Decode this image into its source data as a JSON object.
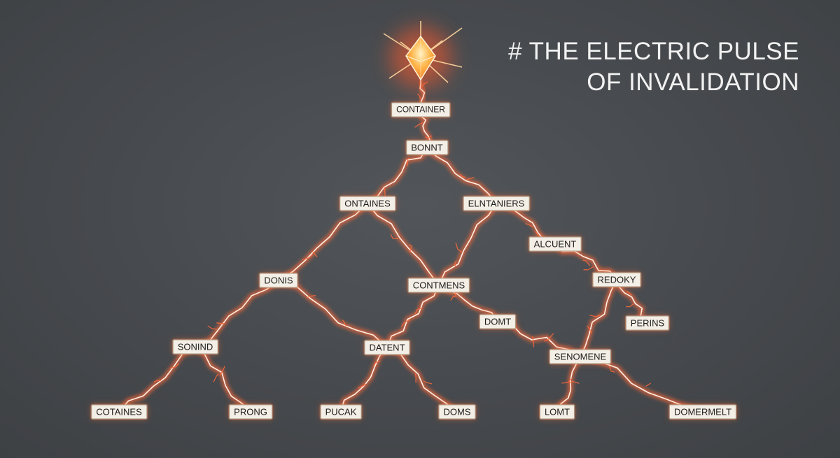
{
  "title": {
    "line1": "# THE ELECTRIC PULSE",
    "line2": "OF INVALIDATION"
  },
  "nodes": [
    {
      "id": "n0",
      "label": "CONTAINER"
    },
    {
      "id": "n1",
      "label": "BONNT"
    },
    {
      "id": "n2",
      "label": "ONTAINES"
    },
    {
      "id": "n3",
      "label": "ELNTANIERS"
    },
    {
      "id": "n4",
      "label": "ALCUENT"
    },
    {
      "id": "n5",
      "label": "DONIS"
    },
    {
      "id": "n6",
      "label": "CONTMENS"
    },
    {
      "id": "n7",
      "label": "REDOKY"
    },
    {
      "id": "n8",
      "label": "DOMT"
    },
    {
      "id": "n9",
      "label": "PERINS"
    },
    {
      "id": "n10",
      "label": "SONIND"
    },
    {
      "id": "n11",
      "label": "DATENT"
    },
    {
      "id": "n12",
      "label": "SENOMENE"
    },
    {
      "id": "n13",
      "label": "COTAINES"
    },
    {
      "id": "n14",
      "label": "PRONG"
    },
    {
      "id": "n15",
      "label": "PUCAK"
    },
    {
      "id": "n16",
      "label": "DOMS"
    },
    {
      "id": "n17",
      "label": "LOMT"
    },
    {
      "id": "n18",
      "label": "DOMERMELT"
    }
  ],
  "edges": [
    [
      "crystal",
      "n0"
    ],
    [
      "n0",
      "n1"
    ],
    [
      "n1",
      "n2"
    ],
    [
      "n1",
      "n3"
    ],
    [
      "n2",
      "n5"
    ],
    [
      "n2",
      "n6"
    ],
    [
      "n3",
      "n6"
    ],
    [
      "n3",
      "n4"
    ],
    [
      "n4",
      "n7"
    ],
    [
      "n7",
      "n9"
    ],
    [
      "n7",
      "n12"
    ],
    [
      "n5",
      "n10"
    ],
    [
      "n5",
      "n11"
    ],
    [
      "n6",
      "n11"
    ],
    [
      "n6",
      "n8"
    ],
    [
      "n8",
      "n12"
    ],
    [
      "n10",
      "n13"
    ],
    [
      "n10",
      "n14"
    ],
    [
      "n11",
      "n15"
    ],
    [
      "n11",
      "n16"
    ],
    [
      "n12",
      "n17"
    ],
    [
      "n12",
      "n18"
    ]
  ],
  "colors": {
    "background": "#46494d",
    "lightning_glow": "#ff6a3a",
    "lightning_core": "#fff1e6",
    "crystal": "#ffb347",
    "node_fill": "#f4efe6",
    "title_text": "#f2f2f2"
  },
  "icons": {
    "source": "glowing-crystal-icon"
  }
}
